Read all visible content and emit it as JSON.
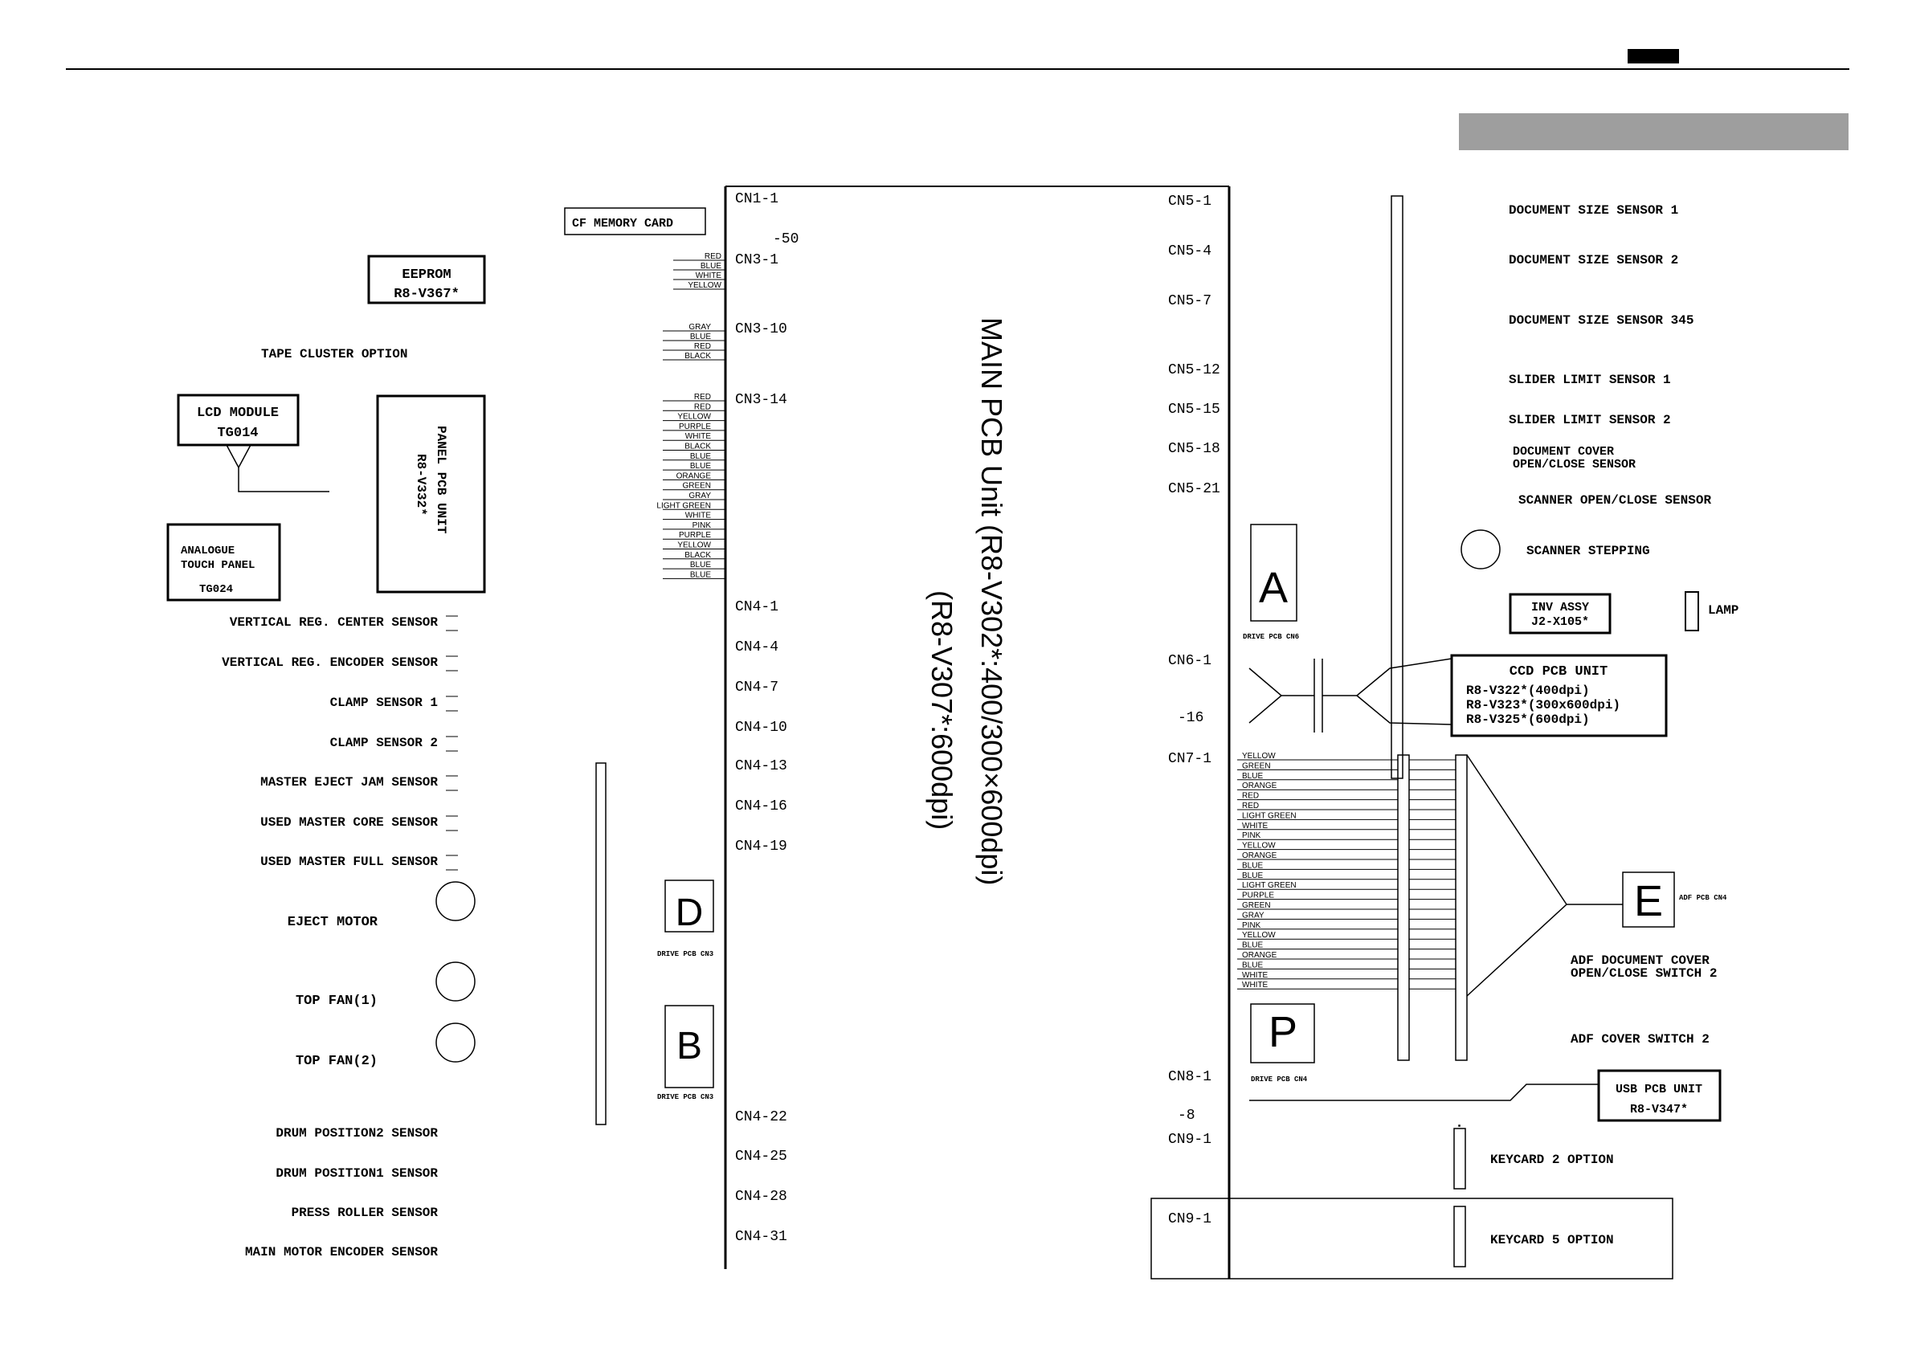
{
  "diagram": {
    "main_title": "MAIN PCB Unit  (R8-V302*:400/300×600dpi)",
    "main_subtitle": "(R8-V307*:600dpi)",
    "cf_card": "CF MEMORY CARD",
    "eeprom": {
      "name": "EEPROM",
      "code": "R8-V367*"
    },
    "tape_option": "TAPE CLUSTER OPTION",
    "lcd": {
      "name": "LCD MODULE",
      "code": "TG014"
    },
    "panel": {
      "name": "PANEL PCB UNIT",
      "code": "R8-V332*"
    },
    "touch": {
      "l1": "ANALOGUE",
      "l2": "TOUCH PANEL",
      "code": "TG024"
    },
    "left_sensors": [
      "VERTICAL REG. CENTER SENSOR",
      "VERTICAL REG. ENCODER SENSOR",
      "CLAMP SENSOR 1",
      "CLAMP SENSOR 2",
      "MASTER EJECT JAM SENSOR",
      "USED MASTER CORE SENSOR",
      "USED MASTER FULL SENSOR"
    ],
    "eject_motor": "EJECT MOTOR",
    "top_fan_1": "TOP FAN(1)",
    "top_fan_2": "TOP FAN(2)",
    "left_sensors_2": [
      "DRUM POSITION2 SENSOR",
      "DRUM POSITION1 SENSOR",
      "PRESS ROLLER SENSOR",
      "MAIN MOTOR ENCODER SENSOR"
    ],
    "drive_d": "D",
    "drive_b": "B",
    "drive_cn3": "DRIVE PCB CN3",
    "right_sensors": [
      "DOCUMENT SIZE SENSOR 1",
      "DOCUMENT SIZE SENSOR 2",
      "DOCUMENT SIZE SENSOR 345",
      "SLIDER LIMIT SENSOR 1",
      "SLIDER LIMIT SENSOR 2"
    ],
    "doc_cover_l1": "DOCUMENT COVER",
    "doc_cover_l2": "OPEN/CLOSE SENSOR",
    "scanner_sensor": "SCANNER OPEN/CLOSE SENSOR",
    "stepping": "SCANNER STEPPING",
    "drive_a": "A",
    "drive_cn6": "DRIVE PCB CN6",
    "inv": {
      "name": "INV ASSY",
      "code": "J2-X105*"
    },
    "lamp": "LAMP",
    "ccd": {
      "name": "CCD PCB UNIT",
      "v1": "R8-V322*(400dpi)",
      "v2": "R8-V323*(300x600dpi)",
      "v3": "R8-V325*(600dpi)"
    },
    "adf_e": "E",
    "adf_cn4": "ADF PCB CN4",
    "adf_cover_l1": "ADF DOCUMENT COVER",
    "adf_cover_l2": "OPEN/CLOSE SWITCH 2",
    "adf_switch": "ADF COVER SWITCH 2",
    "drive_p": "P",
    "drive_cn4": "DRIVE PCB CN4",
    "usb": {
      "name": "USB PCB UNIT",
      "code": "R8-V347*"
    },
    "keycard2": "KEYCARD 2 OPTION",
    "keycard5": "KEYCARD 5 OPTION",
    "cn_labels": {
      "cn1_1": "CN1-1",
      "cn1_50": "-50",
      "cn3_1": "CN3-1",
      "cn3_10": "CN3-10",
      "cn3_14": "CN3-14",
      "cn4_1": "CN4-1",
      "cn4_4": "CN4-4",
      "cn4_7": "CN4-7",
      "cn4_10": "CN4-10",
      "cn4_13": "CN4-13",
      "cn4_16": "CN4-16",
      "cn4_19": "CN4-19",
      "cn4_22": "CN4-22",
      "cn4_25": "CN4-25",
      "cn4_28": "CN4-28",
      "cn4_31": "CN4-31",
      "cn5_1": "CN5-1",
      "cn5_4": "CN5-4",
      "cn5_7": "CN5-7",
      "cn5_12": "CN5-12",
      "cn5_15": "CN5-15",
      "cn5_18": "CN5-18",
      "cn5_21": "CN5-21",
      "cn6_1": "CN6-1",
      "cn6_16": "-16",
      "cn7_1": "CN7-1",
      "cn8_1": "CN8-1",
      "cn8_8": "-8",
      "cn9_1a": "CN9-1",
      "cn9_1b": "CN9-1"
    },
    "wires": {
      "eeprom": [
        "RED",
        "BLUE",
        "WHITE",
        "YELLOW"
      ],
      "tape": [
        "GRAY",
        "BLUE",
        "RED",
        "BLACK"
      ],
      "panel": [
        "RED",
        "RED",
        "YELLOW",
        "PURPLE",
        "WHITE",
        "BLACK",
        "BLUE",
        "BLUE",
        "ORANGE",
        "GREEN",
        "GRAY",
        "LIGHT GREEN",
        "WHITE",
        "PINK",
        "PURPLE",
        "YELLOW",
        "BLACK",
        "BLUE",
        "BLUE"
      ],
      "cn7": [
        "YELLOW",
        "GREEN",
        "BLUE",
        "ORANGE",
        "RED",
        "RED",
        "LIGHT GREEN",
        "WHITE",
        "PINK",
        "YELLOW",
        "ORANGE",
        "BLUE",
        "BLUE",
        "LIGHT GREEN",
        "PURPLE",
        "GREEN",
        "GRAY",
        "PINK",
        "YELLOW",
        "BLUE",
        "ORANGE",
        "BLUE",
        "WHITE",
        "WHITE"
      ]
    }
  }
}
